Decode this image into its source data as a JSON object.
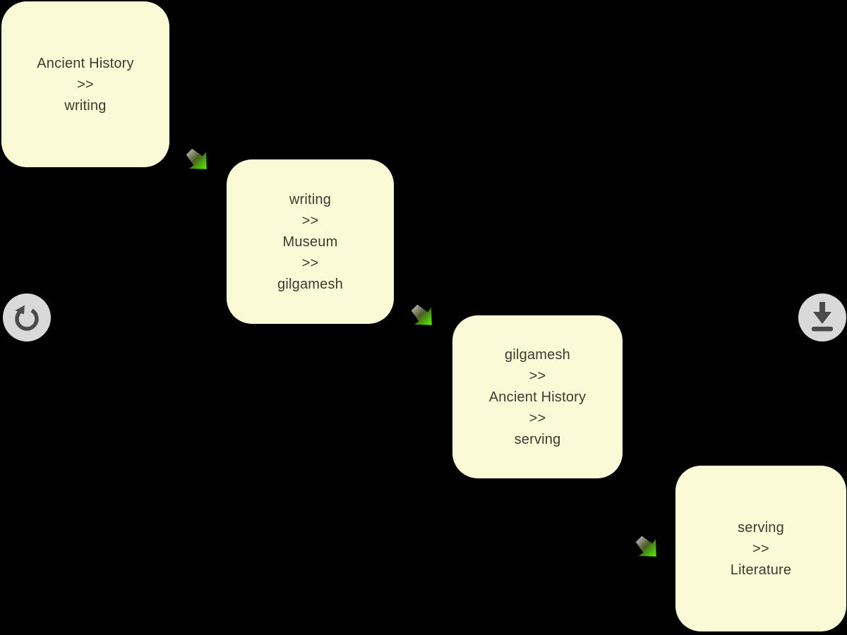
{
  "background": "#000000",
  "cards": [
    {
      "lines": [
        "Ancient History",
        ">>",
        "writing"
      ]
    },
    {
      "lines": [
        "writing",
        ">>",
        "Museum",
        ">>",
        "gilgamesh"
      ]
    },
    {
      "lines": [
        "gilgamesh",
        ">>",
        "Ancient History",
        ">>",
        "serving"
      ]
    },
    {
      "lines": [
        "serving",
        ">>",
        "Literature"
      ]
    }
  ],
  "arrows": {
    "count": 3,
    "icon": "chain-arrow-icon",
    "gradient": [
      "#a8a8a2",
      "#4e5b22",
      "#49b50c",
      "#68ea12"
    ]
  },
  "controls": {
    "reload_button": {
      "icon": "reload-icon"
    },
    "download_button": {
      "icon": "download-icon"
    }
  },
  "colors": {
    "card_background": "#fafad6",
    "card_text": "#3b3b31",
    "icon_circle": "#d9d9d9",
    "icon_glyph": "#4b4b4b",
    "arrow_green": "#5ad10d",
    "arrow_gray": "#a0a09a"
  }
}
